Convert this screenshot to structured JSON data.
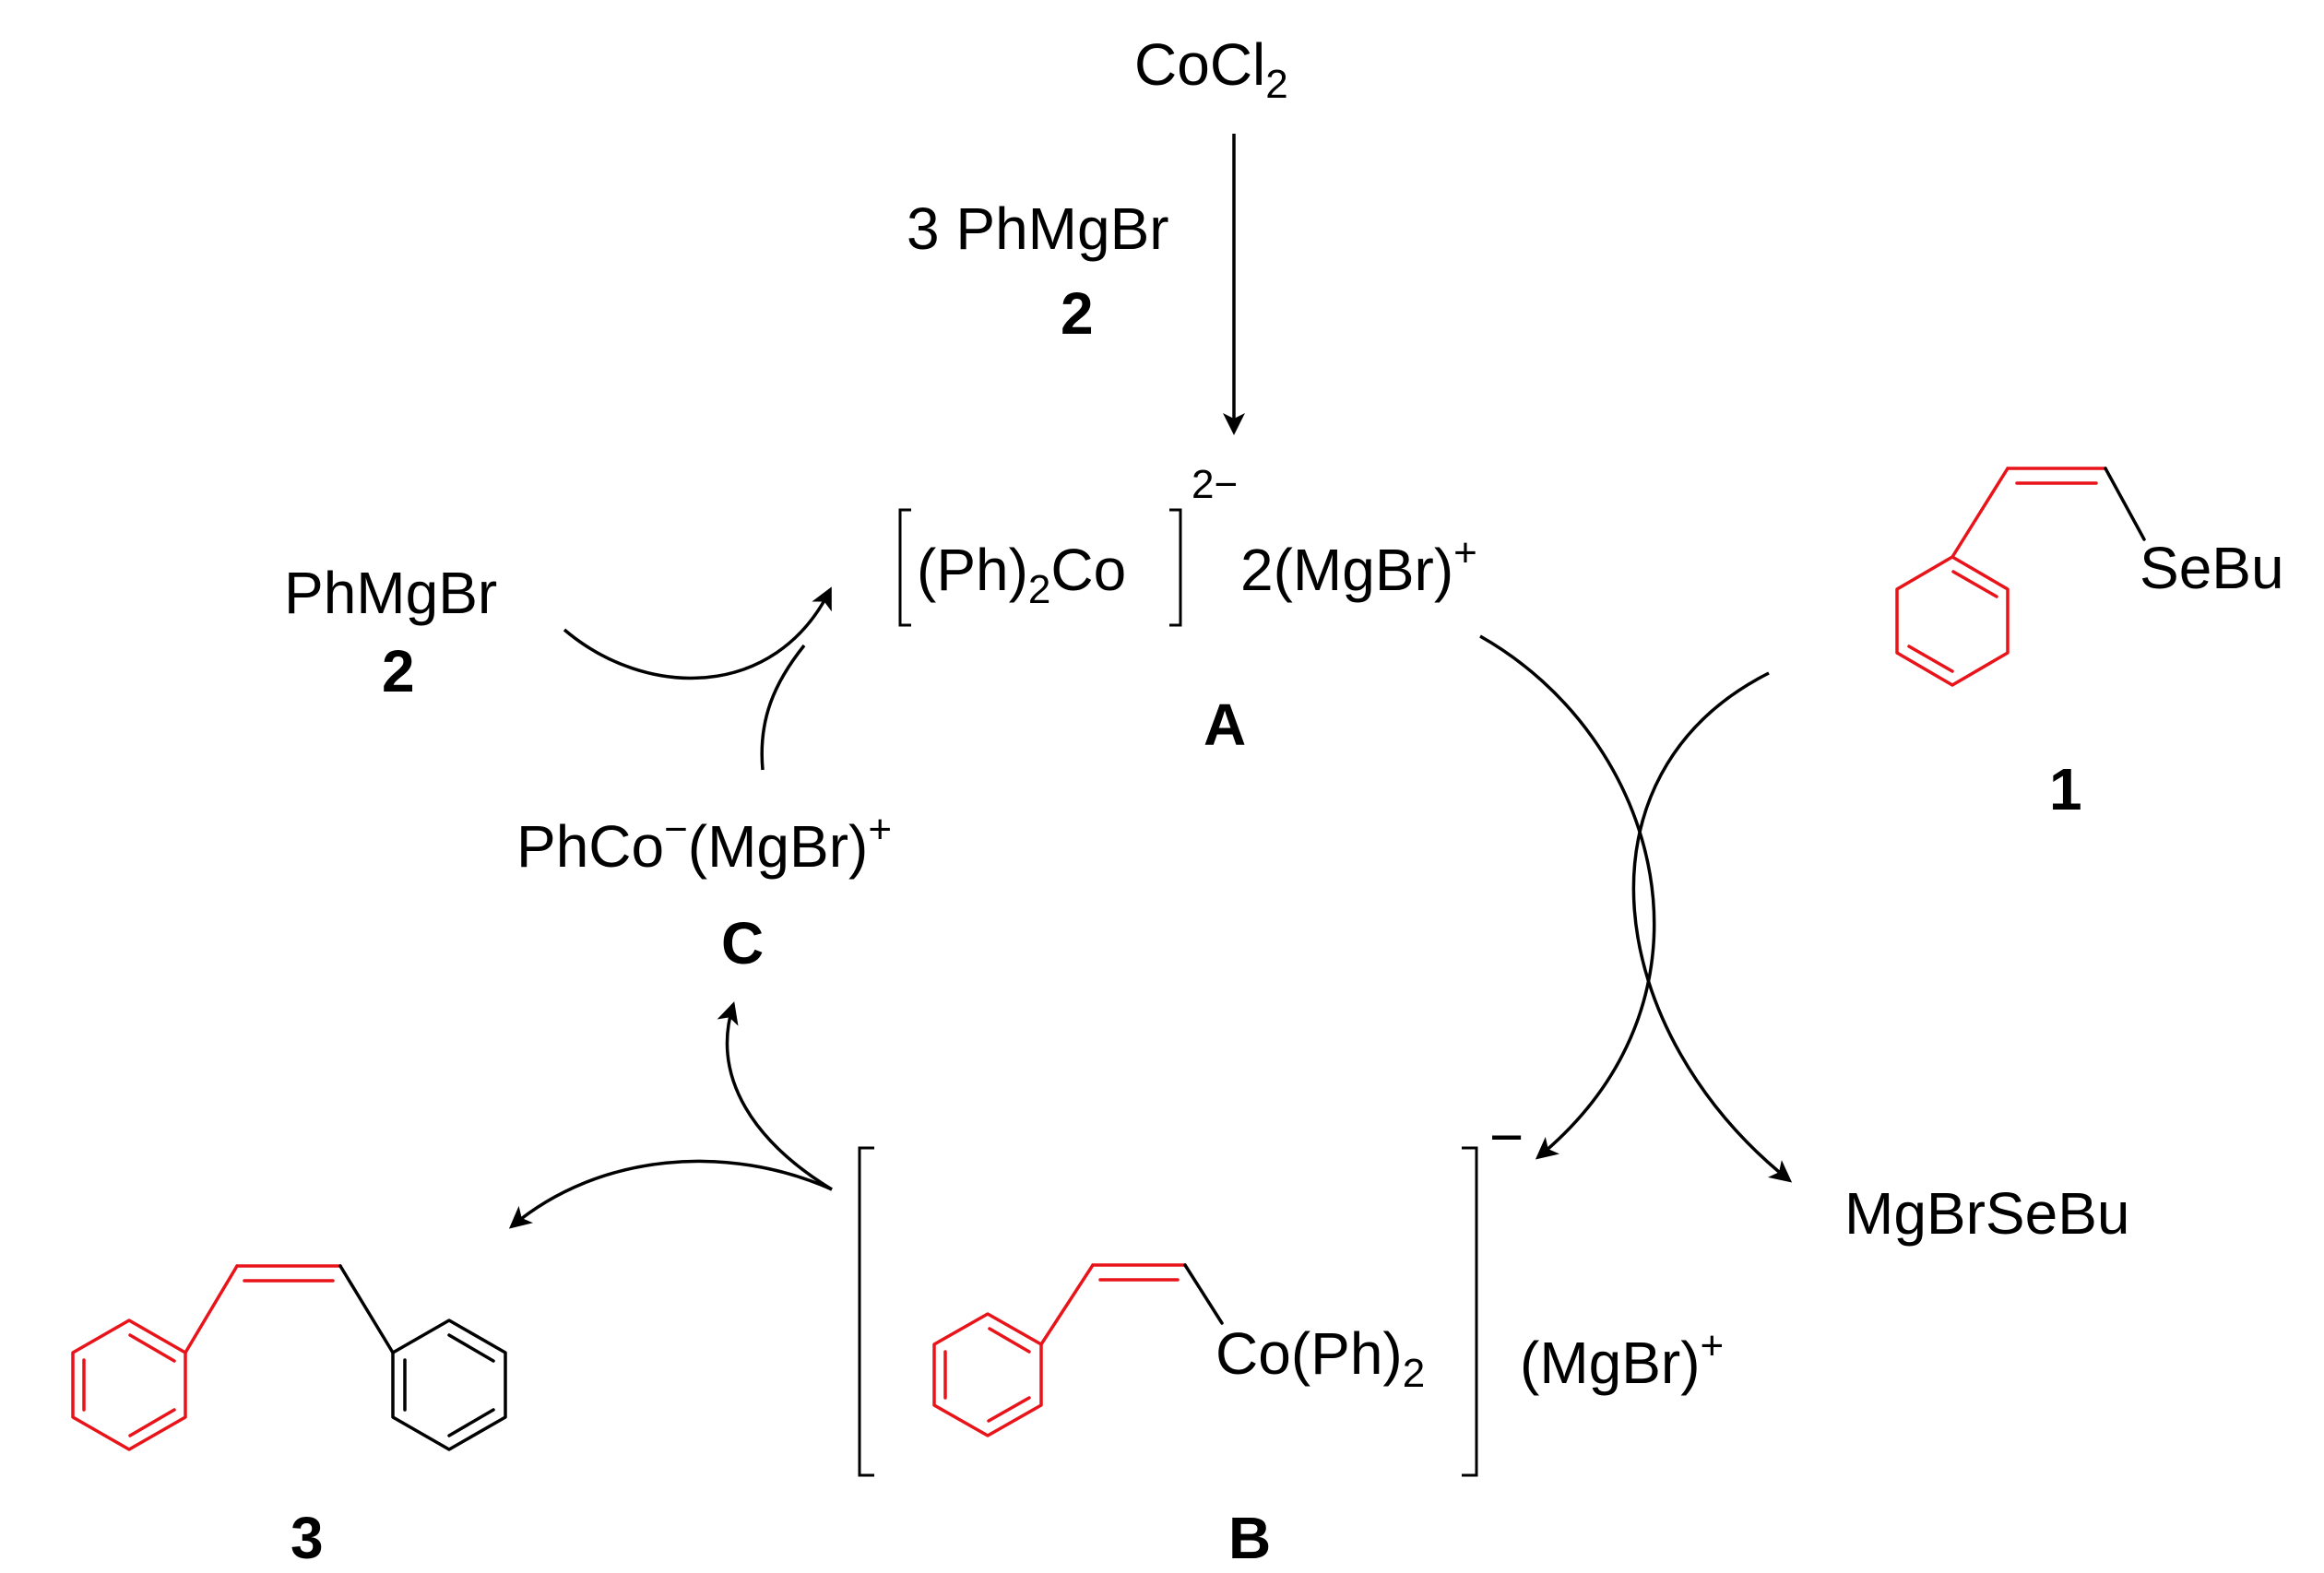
{
  "reagents": {
    "cocl2": {
      "main": "CoCl",
      "sub": "2"
    },
    "phmgbr_top": "3 PhMgBr",
    "phmgbr_top_num": "2",
    "phmgbr_left": "PhMgBr",
    "phmgbr_left_num": "2",
    "selenide_substituent": "SeBu",
    "selenide_num": "1",
    "byproduct": "MgBrSeBu",
    "product_num": "3"
  },
  "intermediates": {
    "A": {
      "part1": "(Ph)",
      "sub": "2",
      "part2": "Co",
      "charge": "2−",
      "counter": "2(MgBr)",
      "counter_charge": "+",
      "label": "A"
    },
    "B": {
      "co": "Co(Ph)",
      "sub": "2",
      "charge": "−",
      "counter": "(MgBr)",
      "counter_charge": "+",
      "label": "B"
    },
    "C": {
      "part1": "PhCo",
      "charge1": "−",
      "part2": "(MgBr)",
      "charge2": "+",
      "label": "C"
    }
  },
  "colors": {
    "highlight": "#e8141a",
    "ink": "#000000"
  }
}
